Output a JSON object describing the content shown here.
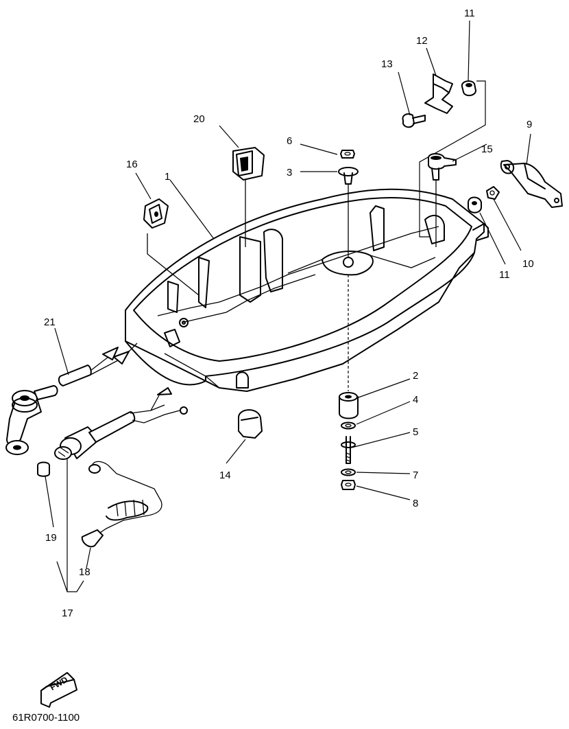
{
  "callouts": {
    "c1": "1",
    "c2": "2",
    "c3": "3",
    "c4": "4",
    "c5": "5",
    "c6": "6",
    "c7": "7",
    "c8": "8",
    "c9": "9",
    "c10": "10",
    "c11a": "11",
    "c11b": "11",
    "c12": "12",
    "c13": "13",
    "c14": "14",
    "c15": "15",
    "c16": "16",
    "c17": "17",
    "c18": "18",
    "c19": "19",
    "c20": "20",
    "c21": "21"
  },
  "direction_label": "FWD",
  "diagram_code": "61R0700-1100"
}
